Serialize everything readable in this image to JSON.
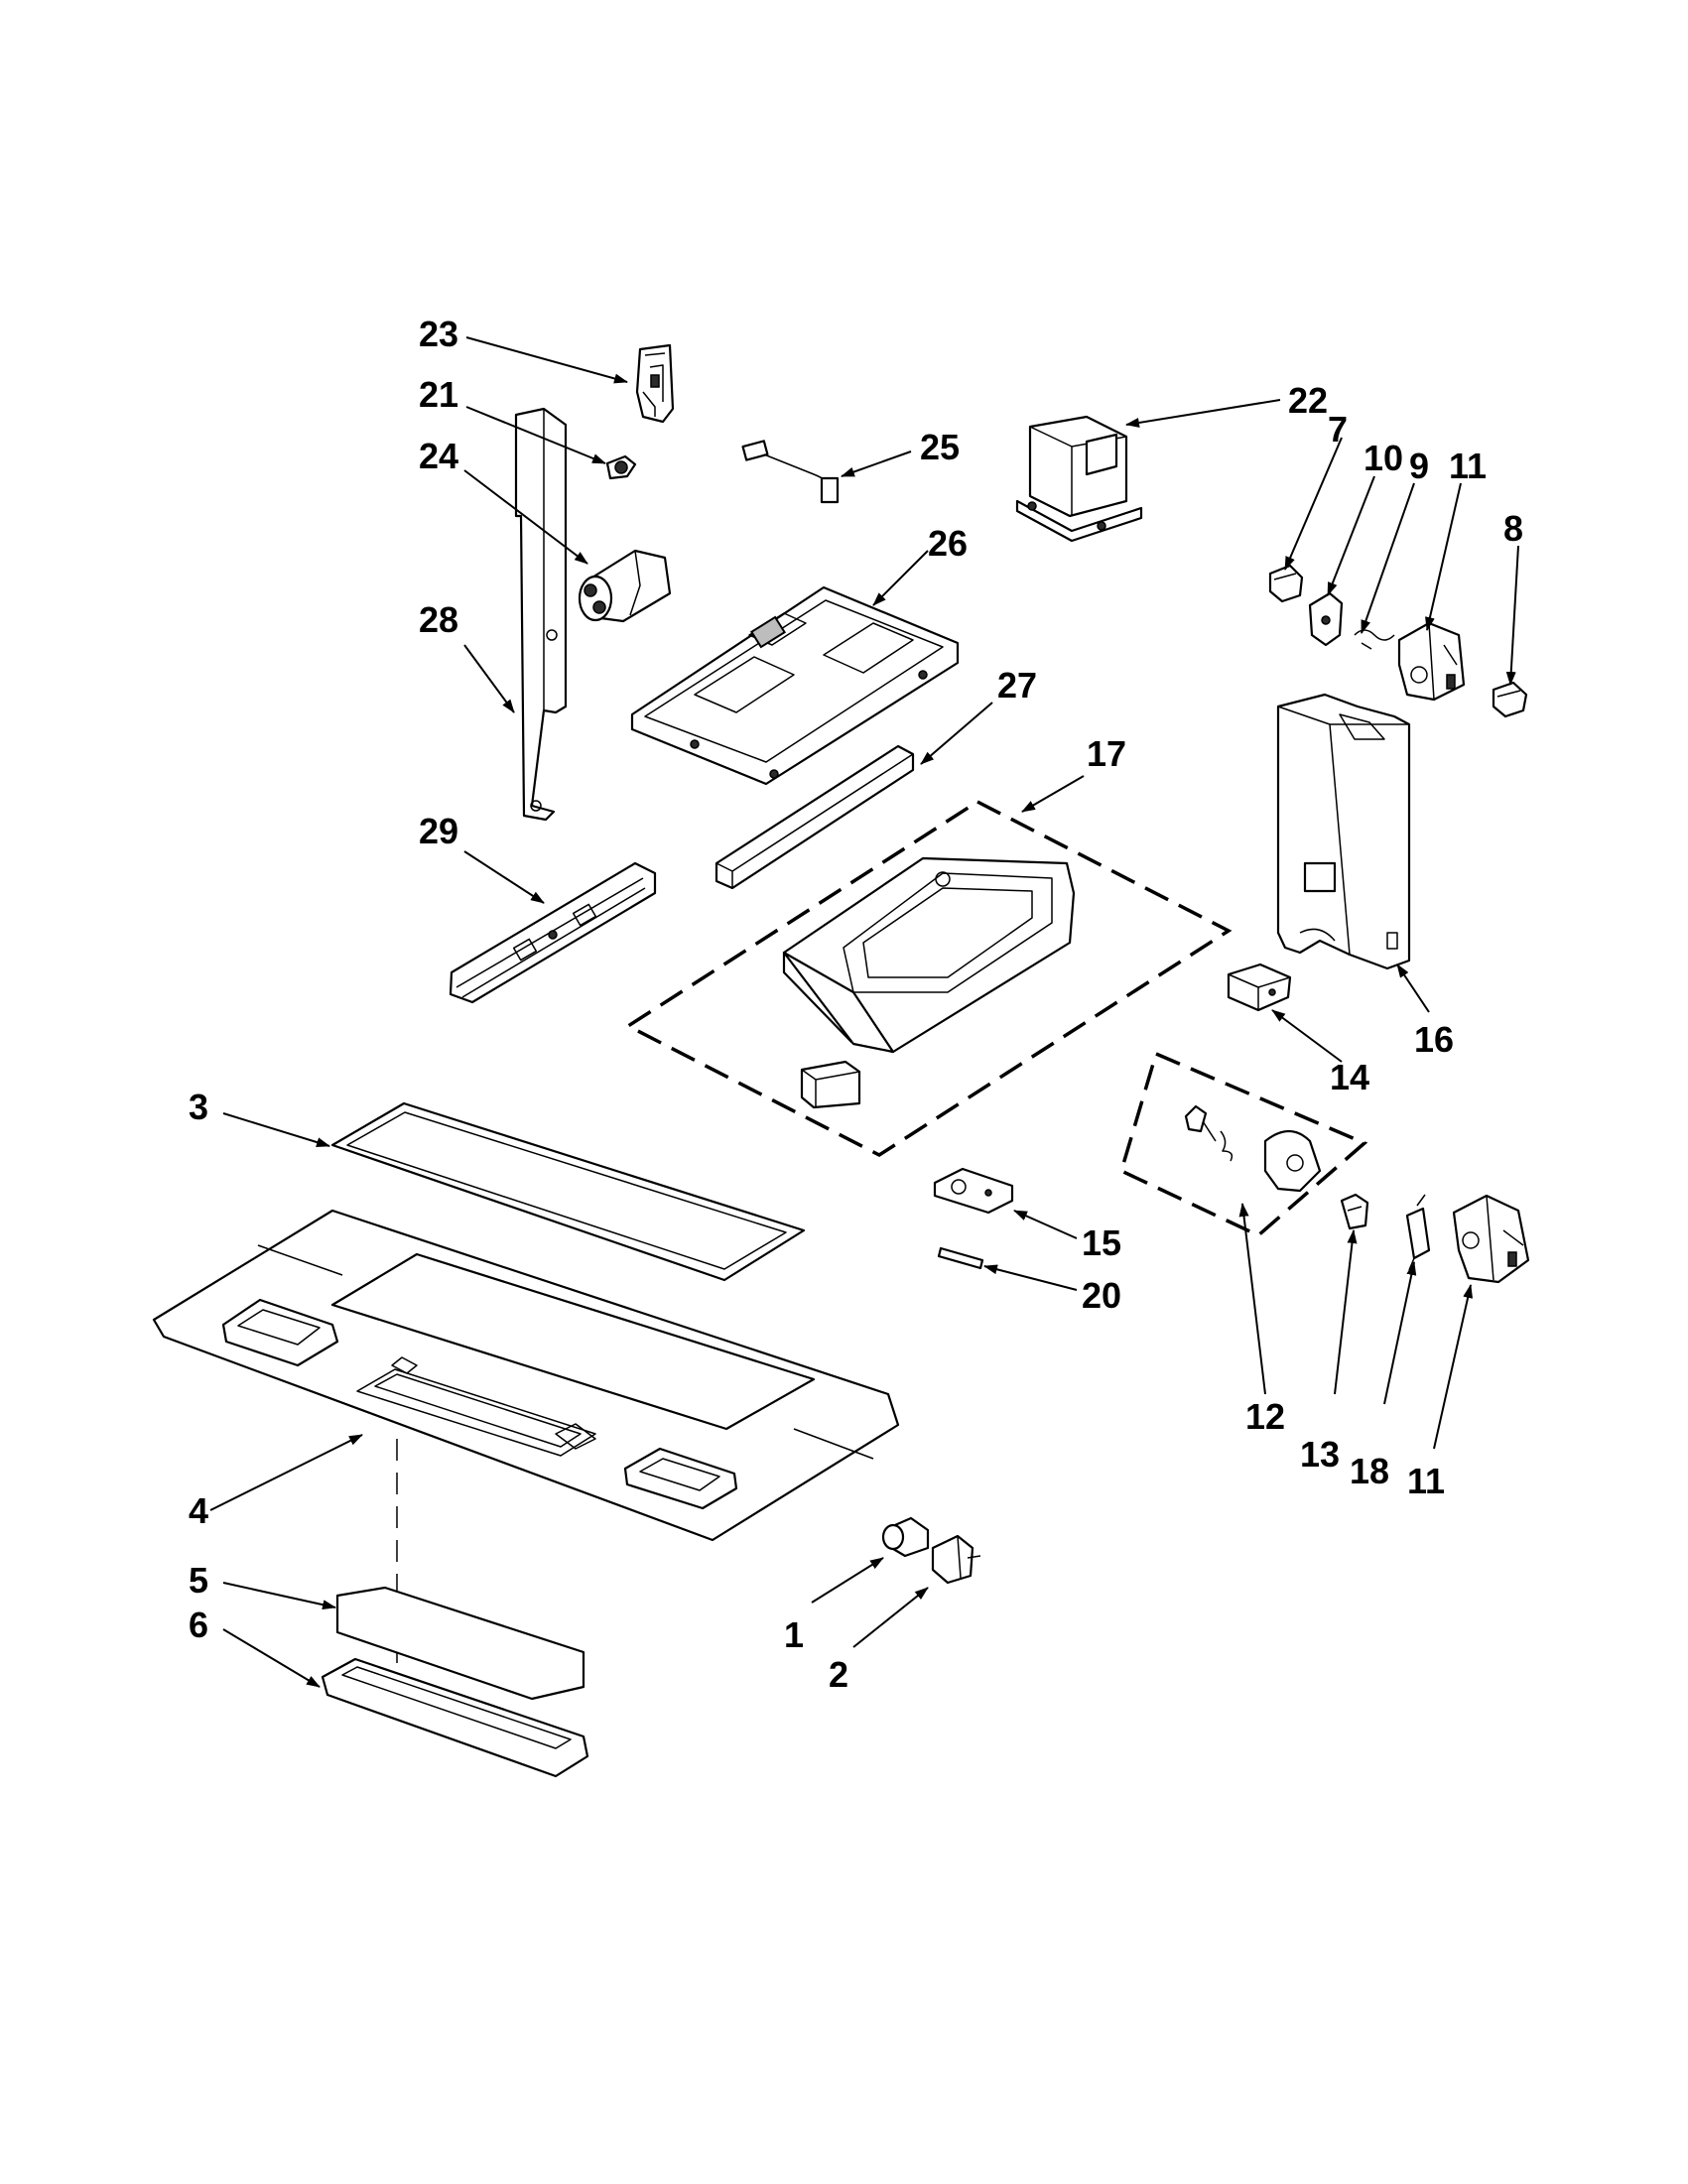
{
  "diagram": {
    "callout_numbers": [
      "1",
      "2",
      "3",
      "4",
      "5",
      "6",
      "7",
      "8",
      "9",
      "10",
      "11",
      "12",
      "13",
      "14",
      "15",
      "16",
      "17",
      "18",
      "20",
      "21",
      "22",
      "23",
      "24",
      "25",
      "26",
      "27",
      "28",
      "29"
    ],
    "callouts": [
      {
        "key": "c23",
        "number": "23"
      },
      {
        "key": "c21",
        "number": "21"
      },
      {
        "key": "c24",
        "number": "24"
      },
      {
        "key": "c28",
        "number": "28"
      },
      {
        "key": "c29",
        "number": "29"
      },
      {
        "key": "c25",
        "number": "25"
      },
      {
        "key": "c26",
        "number": "26"
      },
      {
        "key": "c27",
        "number": "27"
      },
      {
        "key": "c17",
        "number": "17"
      },
      {
        "key": "c22",
        "number": "22"
      },
      {
        "key": "c7",
        "number": "7"
      },
      {
        "key": "c10",
        "number": "10"
      },
      {
        "key": "c9",
        "number": "9"
      },
      {
        "key": "c11a",
        "number": "11"
      },
      {
        "key": "c8",
        "number": "8"
      },
      {
        "key": "c16",
        "number": "16"
      },
      {
        "key": "c14",
        "number": "14"
      },
      {
        "key": "c3",
        "number": "3"
      },
      {
        "key": "c4",
        "number": "4"
      },
      {
        "key": "c5",
        "number": "5"
      },
      {
        "key": "c6",
        "number": "6"
      },
      {
        "key": "c15",
        "number": "15"
      },
      {
        "key": "c20",
        "number": "20"
      },
      {
        "key": "c12",
        "number": "12"
      },
      {
        "key": "c13",
        "number": "13"
      },
      {
        "key": "c18",
        "number": "18"
      },
      {
        "key": "c11b",
        "number": "11"
      },
      {
        "key": "c1",
        "number": "1"
      },
      {
        "key": "c2",
        "number": "2"
      }
    ]
  },
  "labels": {
    "c23": "23",
    "c21": "21",
    "c24": "24",
    "c28": "28",
    "c29": "29",
    "c25": "25",
    "c26": "26",
    "c27": "27",
    "c17": "17",
    "c22": "22",
    "c7": "7",
    "c10": "10",
    "c9": "9",
    "c11a": "11",
    "c8": "8",
    "c16": "16",
    "c14": "14",
    "c3": "3",
    "c4": "4",
    "c5": "5",
    "c6": "6",
    "c15": "15",
    "c20": "20",
    "c12": "12",
    "c13": "13",
    "c18": "18",
    "c11b": "11",
    "c1": "1",
    "c2": "2"
  },
  "colors": {
    "line": "#000000",
    "fill": "#ffffff",
    "shade": "#bdbdbd",
    "background": "#ffffff"
  }
}
